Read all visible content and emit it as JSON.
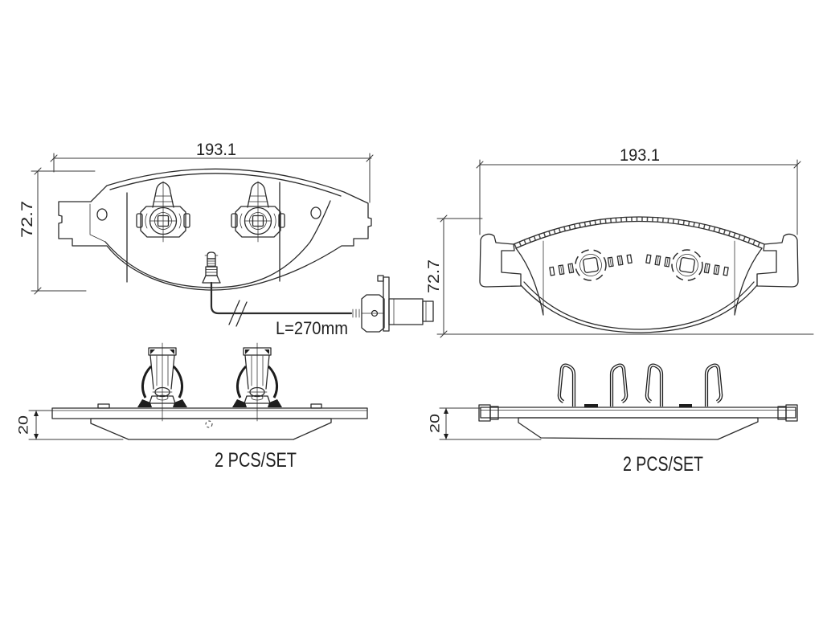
{
  "drawing": {
    "front_view": {
      "width_dim": "193.1",
      "height_dim": "72.7",
      "sensor_length_label": "L=270mm"
    },
    "back_view": {
      "width_dim": "193.1",
      "height_dim": "72.7"
    },
    "front_side_view": {
      "thickness_dim": "20",
      "quantity_label": "2 PCS/SET"
    },
    "back_side_view": {
      "thickness_dim": "20",
      "quantity_label": "2 PCS/SET"
    },
    "colors": {
      "background": "#ffffff",
      "line": "#2b2b2b"
    }
  }
}
